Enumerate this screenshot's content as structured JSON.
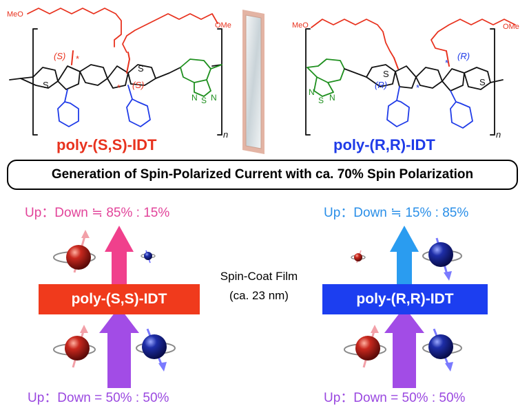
{
  "left": {
    "polymer_name": "poly-(S,S)-IDT",
    "film_label": "poly-(S,S)-IDT",
    "output_ratio": "Up：Down ≒ 85% : 15%",
    "input_ratio": "Up：Down = 50% : 50%",
    "stereo_labels": [
      "(S)",
      "(S)"
    ],
    "colors": {
      "name": "#e8321e",
      "film": "#f03a1c",
      "out_arrow": "#f0408c",
      "in_arrow": "#a24ce6",
      "output_text": "#e2449a",
      "input_text": "#9a48e0"
    }
  },
  "right": {
    "polymer_name": "poly-(R,R)-IDT",
    "film_label": "poly-(R,R)-IDT",
    "output_ratio": "Up：Down ≒ 15% : 85%",
    "input_ratio": "Up：Down = 50% : 50%",
    "stereo_labels": [
      "(R)",
      "(R)"
    ],
    "colors": {
      "name": "#1f3be8",
      "film": "#1c3ef0",
      "out_arrow": "#2a9cf0",
      "in_arrow": "#a24ce6",
      "output_text": "#2a8fe8",
      "input_text": "#9a48e0"
    }
  },
  "structure_text": {
    "meo": "MeO",
    "ome": "OMe",
    "s": "S",
    "n": "N",
    "n_sub": "n",
    "star": "*"
  },
  "banner": "Generation of Spin-Polarized Current with ca. 70% Spin Polarization",
  "film_description": [
    "Spin-Coat Film",
    "(ca. 23 nm)"
  ],
  "icons": [
    "mirror-icon",
    "electron-spin-up-icon",
    "electron-spin-down-icon"
  ]
}
